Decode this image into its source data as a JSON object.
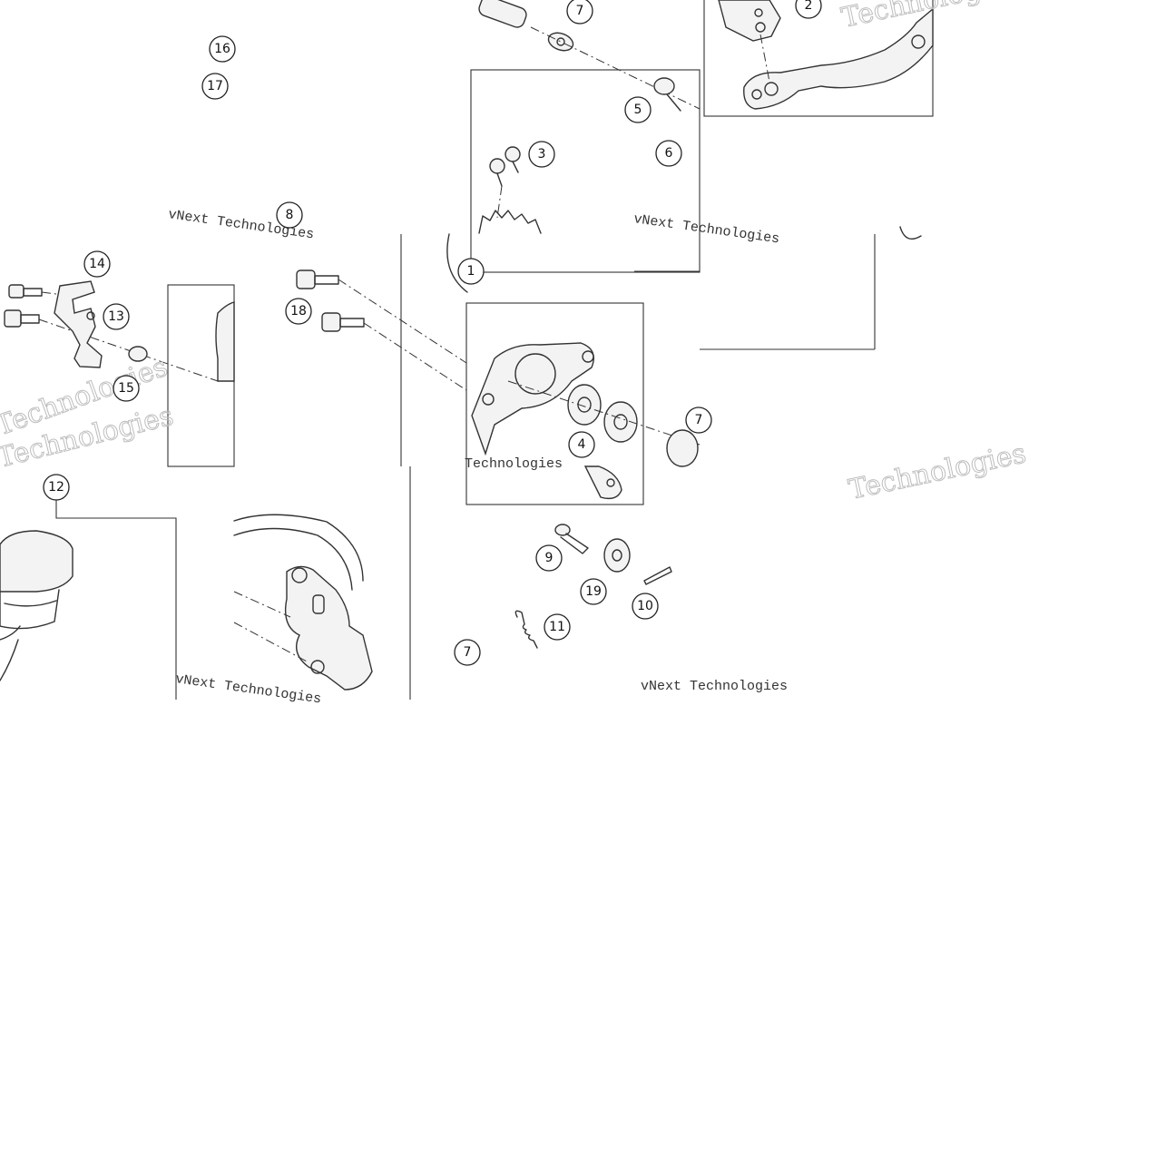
{
  "callouts": [
    "1",
    "2",
    "3",
    "4",
    "5",
    "6",
    "7",
    "8",
    "9",
    "10",
    "11",
    "12",
    "13",
    "14",
    "15",
    "16",
    "17",
    "18",
    "19"
  ],
  "watermark": {
    "brand_a": "vNext Technologies",
    "brand_b": "Technologies"
  }
}
